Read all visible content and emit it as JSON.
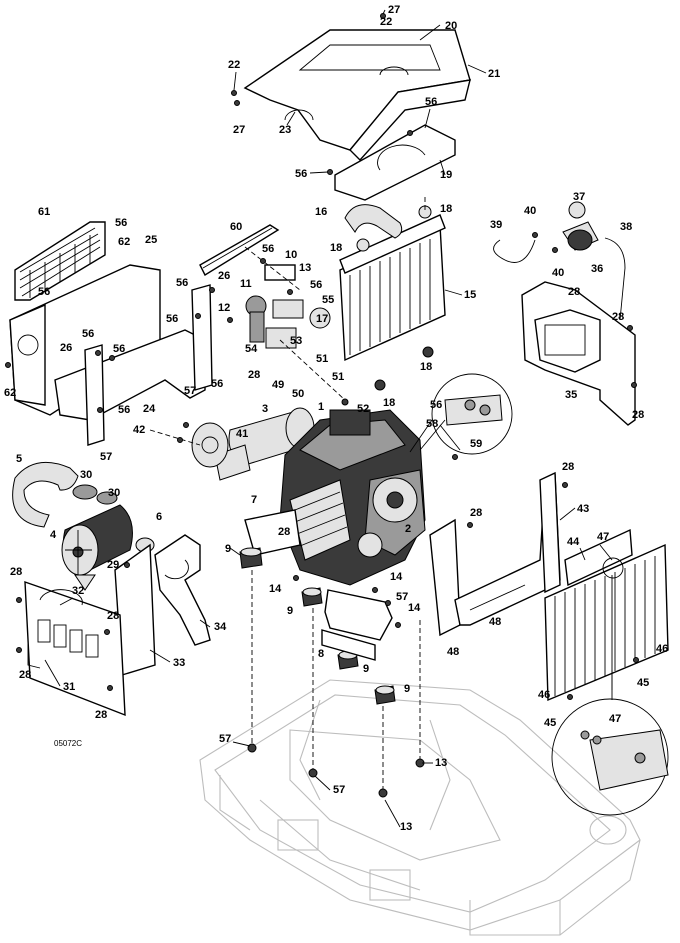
{
  "diagram": {
    "drawing_code": "05072C",
    "callouts": {
      "c1": "1",
      "c2": "2",
      "c3": "3",
      "c4": "4",
      "c5": "5",
      "c6": "6",
      "c7": "7",
      "c8": "8",
      "c9a": "9",
      "c9b": "9",
      "c9c": "9",
      "c9d": "9",
      "c10": "10",
      "c11": "11",
      "c12": "12",
      "c13a": "13",
      "c13b": "13",
      "c13c": "13",
      "c14a": "14",
      "c14b": "14",
      "c14c": "14",
      "c15": "15",
      "c16": "16",
      "c17": "17",
      "c18a": "18",
      "c18b": "18",
      "c18c": "18",
      "c18d": "18",
      "c19": "19",
      "c20": "20",
      "c21": "21",
      "c22a": "22",
      "c22b": "22",
      "c23": "23",
      "c24": "24",
      "c25": "25",
      "c26a": "26",
      "c26b": "26",
      "c27a": "27",
      "c27b": "27",
      "c28a": "28",
      "c28b": "28",
      "c28c": "28",
      "c28d": "28",
      "c28e": "28",
      "c28f": "28",
      "c28g": "28",
      "c28h": "28",
      "c28i": "28",
      "c28j": "28",
      "c29": "29",
      "c30a": "30",
      "c30b": "30",
      "c31": "31",
      "c32": "32",
      "c33": "33",
      "c34": "34",
      "c35": "35",
      "c36": "36",
      "c37": "37",
      "c38": "38",
      "c39": "39",
      "c40a": "40",
      "c40b": "40",
      "c41": "41",
      "c42": "42",
      "c43": "43",
      "c44": "44",
      "c45a": "45",
      "c45b": "45",
      "c46a": "46",
      "c46b": "46",
      "c47a": "47",
      "c47b": "47",
      "c48a": "48",
      "c48b": "48",
      "c49": "49",
      "c50": "50",
      "c51a": "51",
      "c51b": "51",
      "c52": "52",
      "c53": "53",
      "c54": "54",
      "c55": "55",
      "c56a": "56",
      "c56b": "56",
      "c56c": "56",
      "c56d": "56",
      "c56e": "56",
      "c56f": "56",
      "c56g": "56",
      "c56h": "56",
      "c56i": "56",
      "c56j": "56",
      "c56k": "56",
      "c56l": "56",
      "c57a": "57",
      "c57b": "57",
      "c57c": "57",
      "c57d": "57",
      "c57e": "57",
      "c58": "58",
      "c59": "59",
      "c60": "60",
      "c61": "61",
      "c62a": "62",
      "c62b": "62"
    }
  }
}
